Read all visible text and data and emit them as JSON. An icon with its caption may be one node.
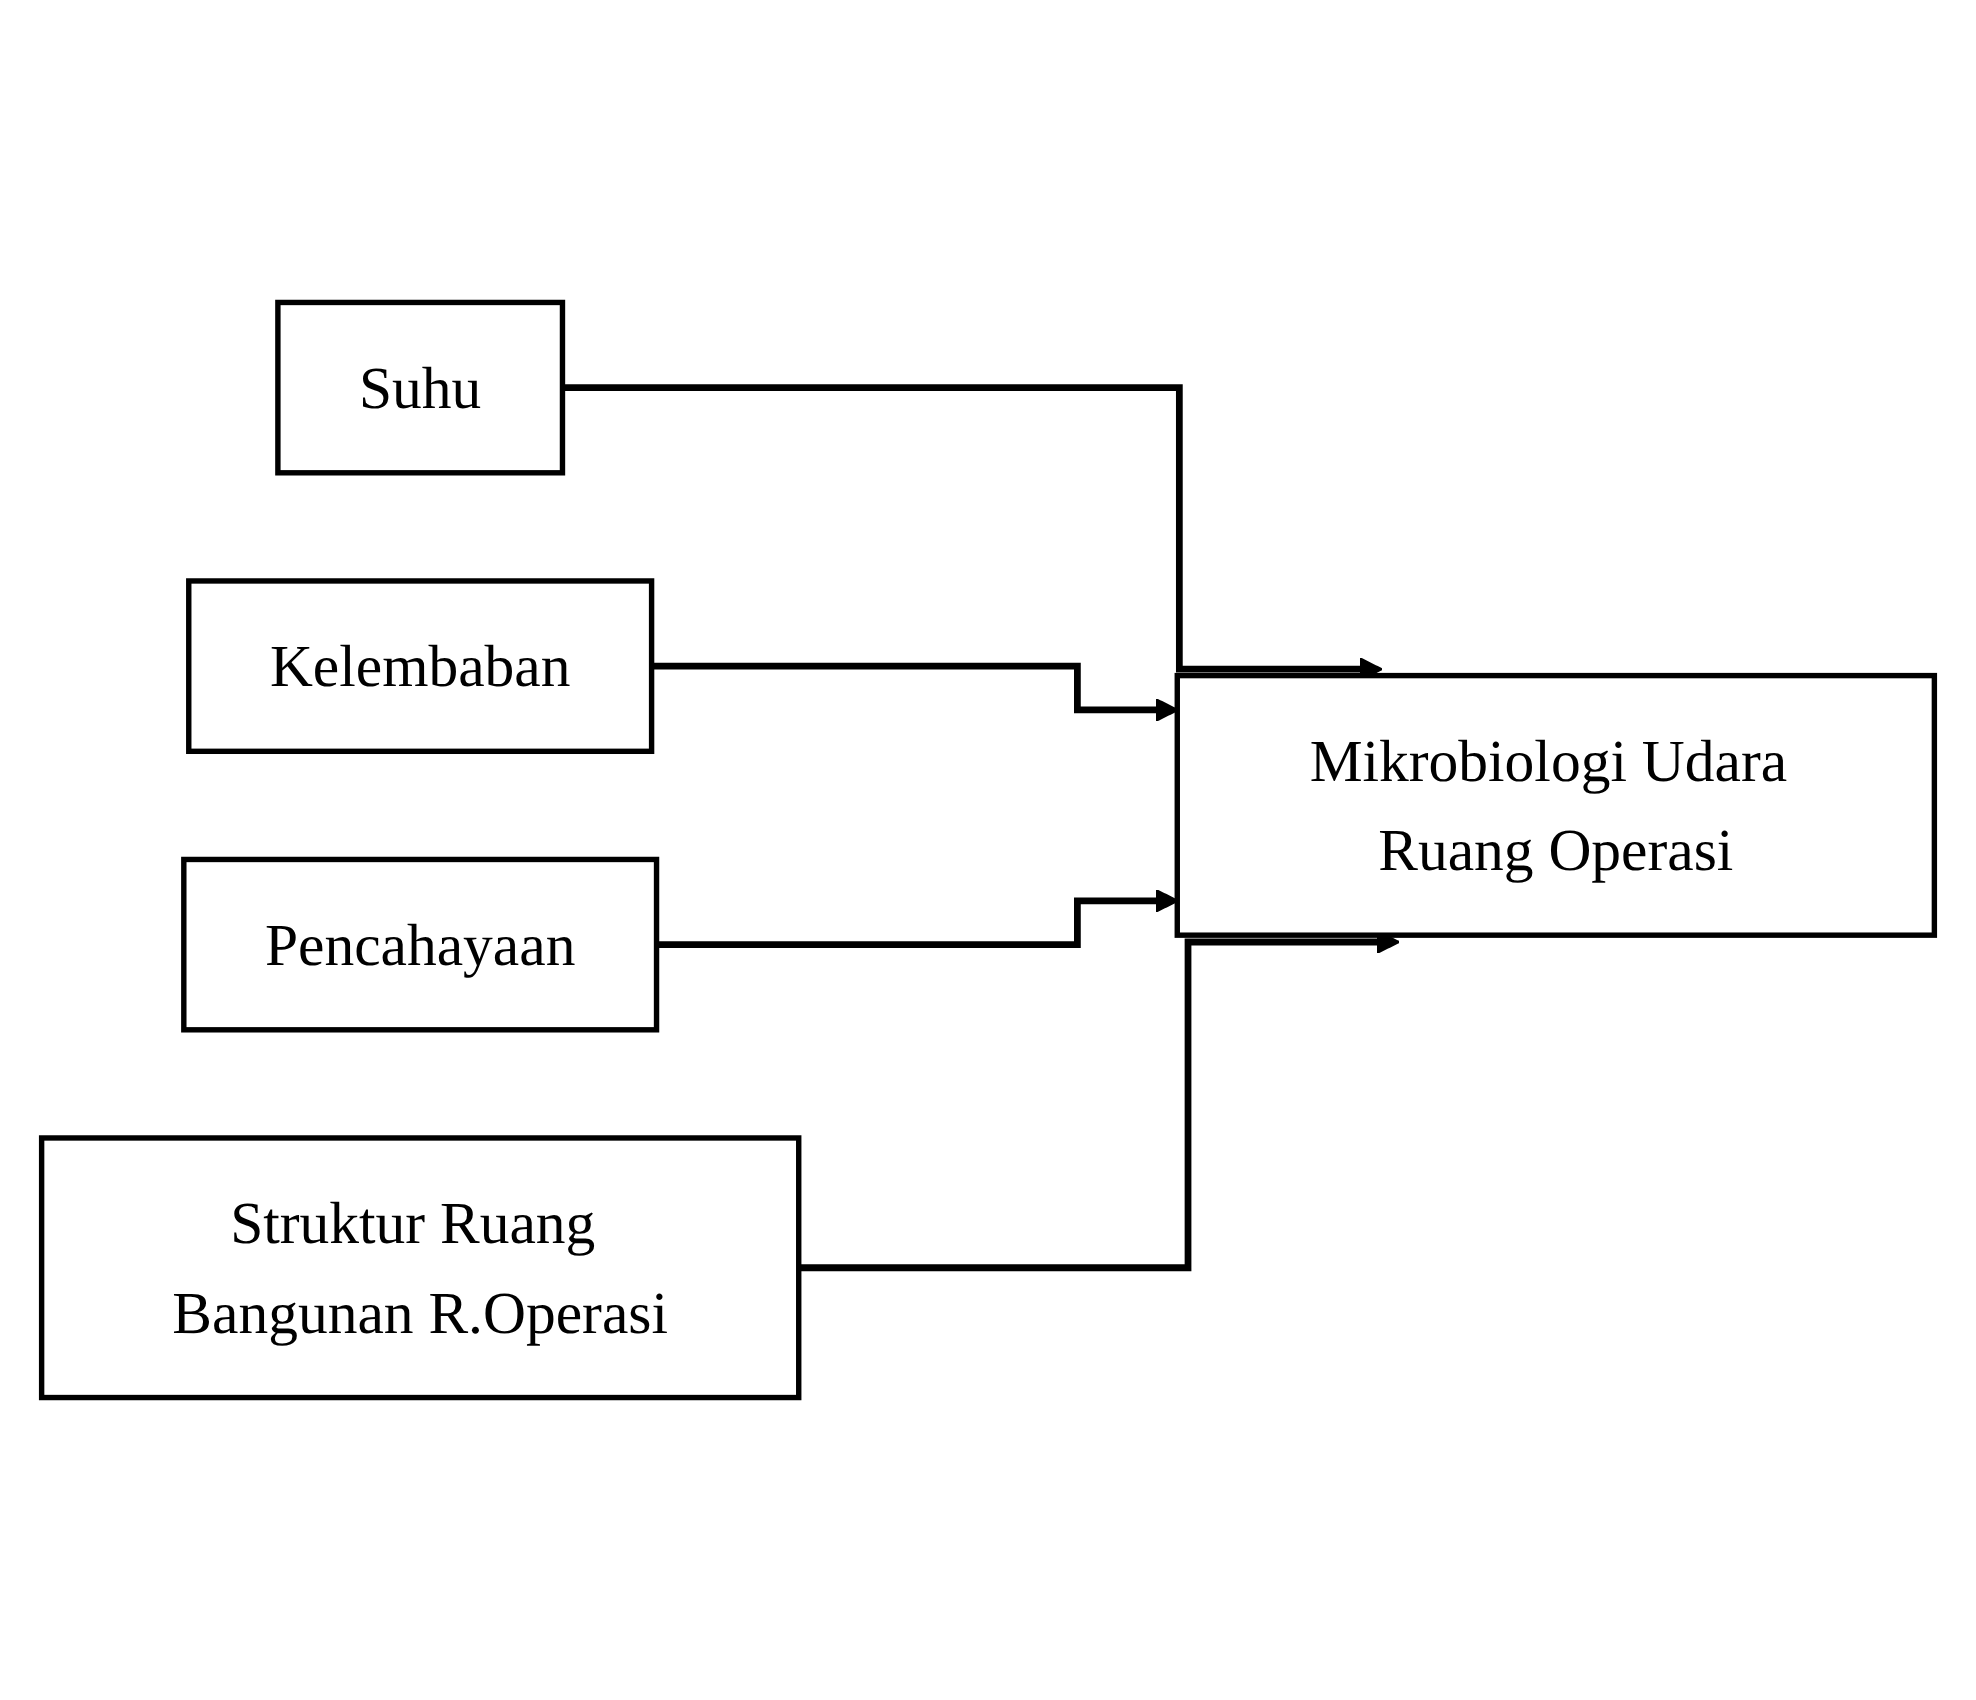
{
  "diagram": {
    "nodes": [
      {
        "text": [
          "Suhu"
        ]
      },
      {
        "text": [
          "Kelembaban"
        ]
      },
      {
        "text": [
          "Pencahayaan"
        ]
      },
      {
        "text": [
          "Struktur Ruang Bangunan R.Operasi"
        ]
      },
      {
        "text": [
          "Mikrobiologi Udara Ruang Operasi"
        ]
      }
    ],
    "edges": [
      {
        "from": 0,
        "to": 4,
        "arrow": "to"
      },
      {
        "from": 1,
        "to": 4,
        "arrow": "to"
      },
      {
        "from": 2,
        "to": 4,
        "arrow": "to"
      },
      {
        "from": 3,
        "to": 4,
        "arrow": "to"
      }
    ]
  }
}
